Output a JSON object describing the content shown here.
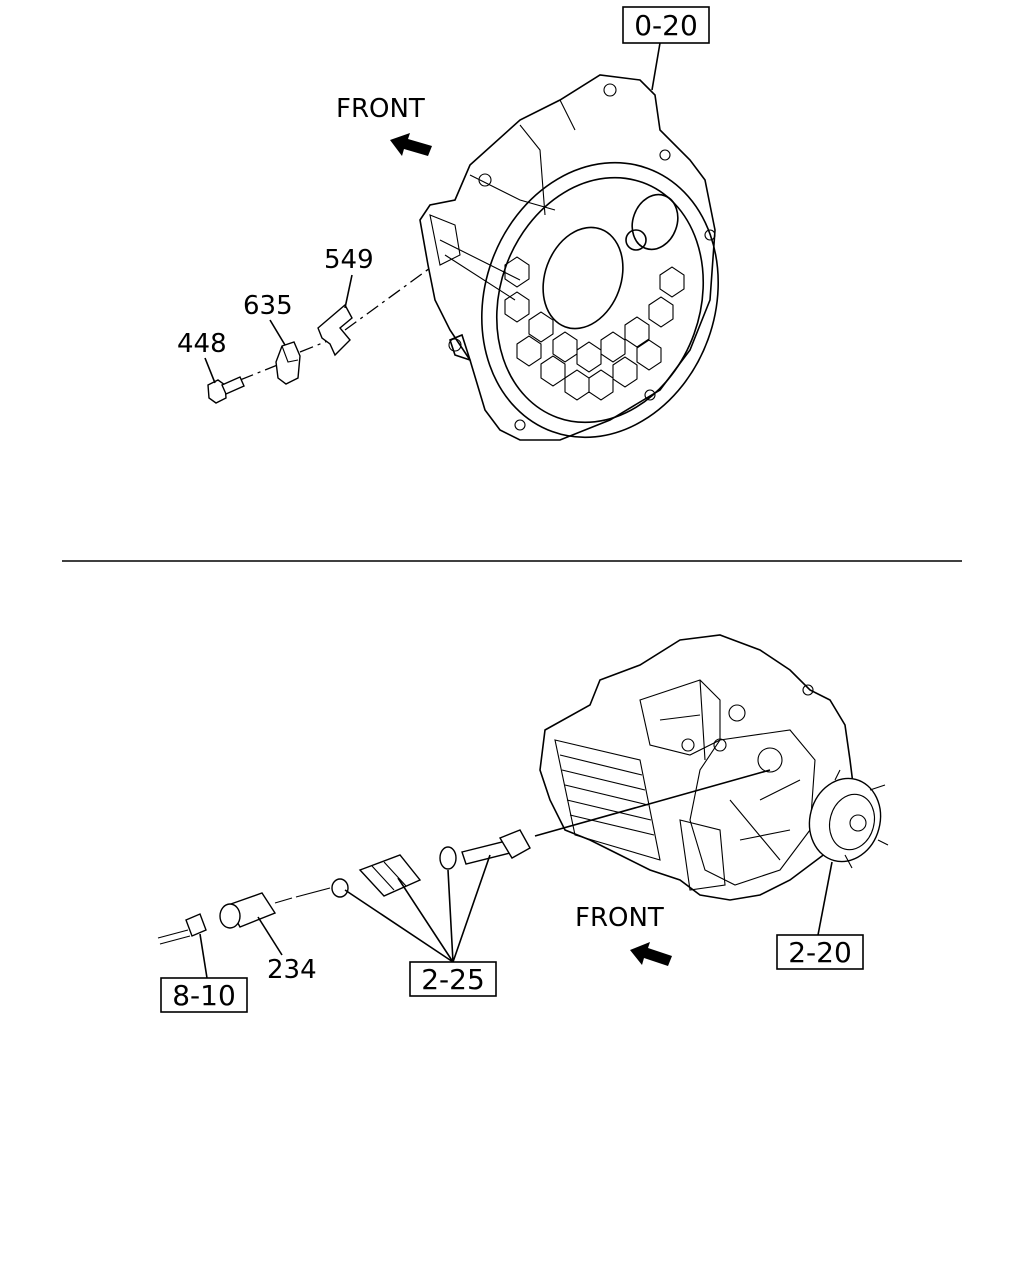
{
  "top_section": {
    "ref_box": "0-20",
    "front_label": "FRONT",
    "callouts": [
      "549",
      "635",
      "448"
    ]
  },
  "bottom_section": {
    "front_label": "FRONT",
    "callouts": [
      "234"
    ],
    "ref_boxes": [
      "2-25",
      "2-20",
      "8-10"
    ]
  }
}
